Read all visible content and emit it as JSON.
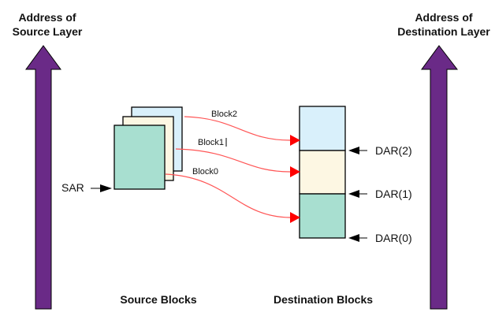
{
  "title_source": [
    "Address of",
    "Source Layer"
  ],
  "title_destination": [
    "Address of",
    "Destination Layer"
  ],
  "source_label": "Source Blocks",
  "destination_label": "Destination Blocks",
  "sar_label": "SAR",
  "block_labels": [
    "Block2",
    "Block1",
    "Block0"
  ],
  "dar_labels": [
    "DAR(2)",
    "DAR(1)",
    "DAR(0)"
  ],
  "colors": {
    "address_arrow": "#6a2a87",
    "block2": "#d9f0fb",
    "block1": "#fdf7e3",
    "block0": "#a8dfd0",
    "transfer_arrow": "#ff0000"
  }
}
